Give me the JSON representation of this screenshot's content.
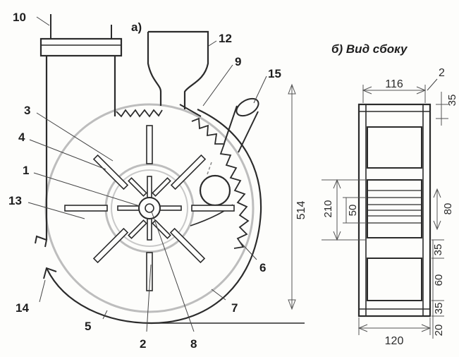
{
  "figure": {
    "main_label": "а)",
    "side_title": "б) Вид сбоку",
    "colors": {
      "ink": "#2b2b2b",
      "gray_ring": "#b8b8b8",
      "paper": "#fdfdfb"
    }
  },
  "callouts": {
    "n1": "1",
    "n2": "2",
    "n3": "3",
    "n4": "4",
    "n5": "5",
    "n6": "6",
    "n7": "7",
    "n8": "8",
    "n9": "9",
    "n10": "10",
    "n12": "12",
    "n13": "13",
    "n14": "14",
    "n15": "15"
  },
  "dimensions": {
    "height_total": "514",
    "side_width_top": "116",
    "side_width_bottom": "120",
    "inner_210": "210",
    "inner_50": "50",
    "side_80": "80",
    "side_35_top": "35",
    "side_35_mid": "35",
    "side_60": "60",
    "side_35_low": "35",
    "side_20": "20",
    "side_label_2": "2"
  }
}
